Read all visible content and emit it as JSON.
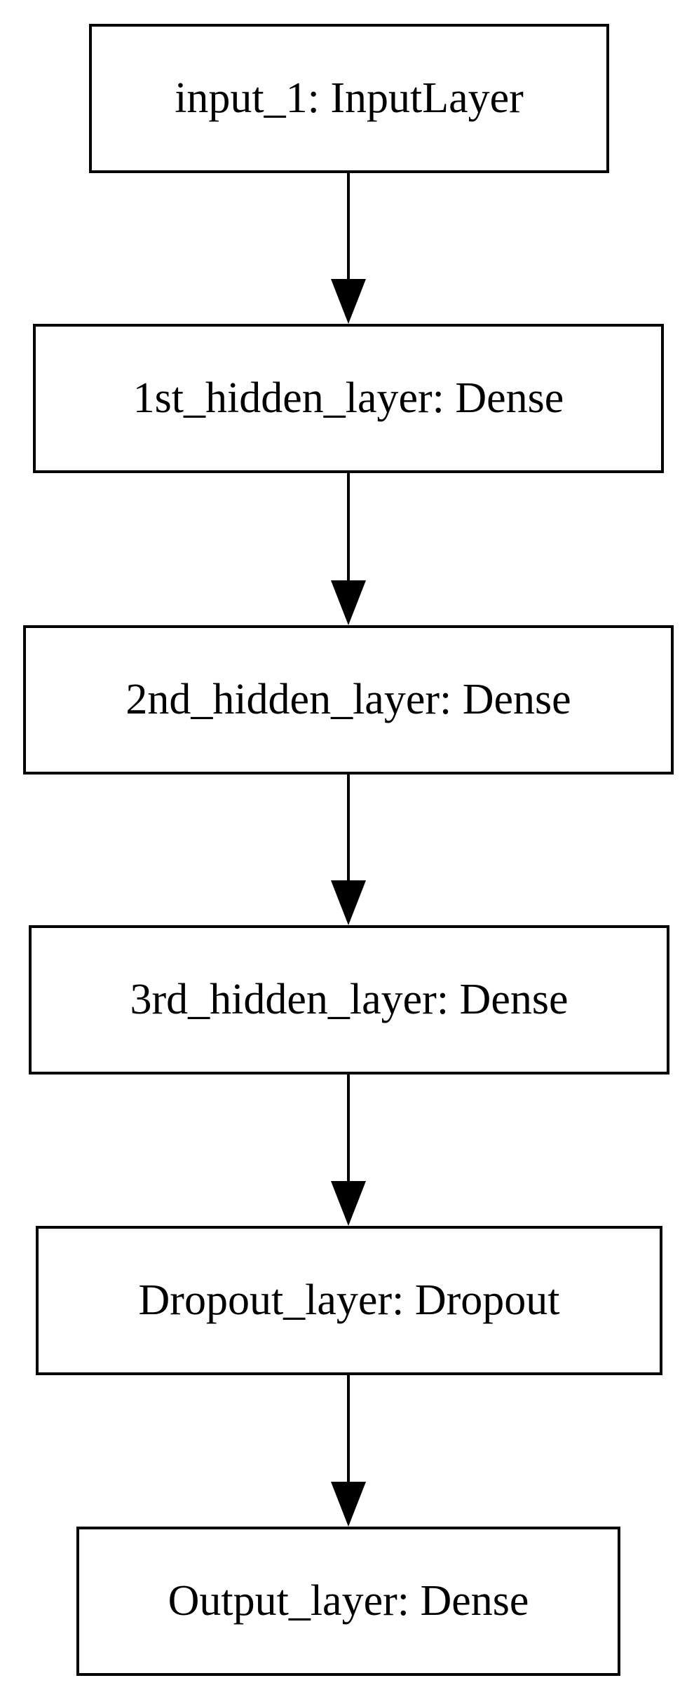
{
  "diagram": {
    "nodes": [
      {
        "id": "n1",
        "label": "input_1: InputLayer"
      },
      {
        "id": "n2",
        "label": "1st_hidden_layer: Dense"
      },
      {
        "id": "n3",
        "label": "2nd_hidden_layer: Dense"
      },
      {
        "id": "n4",
        "label": "3rd_hidden_layer: Dense"
      },
      {
        "id": "n5",
        "label": "Dropout_layer: Dropout"
      },
      {
        "id": "n6",
        "label": "Output_layer: Dense"
      }
    ],
    "edges": [
      {
        "from": "n1",
        "to": "n2"
      },
      {
        "from": "n2",
        "to": "n3"
      },
      {
        "from": "n3",
        "to": "n4"
      },
      {
        "from": "n4",
        "to": "n5"
      },
      {
        "from": "n5",
        "to": "n6"
      }
    ]
  }
}
